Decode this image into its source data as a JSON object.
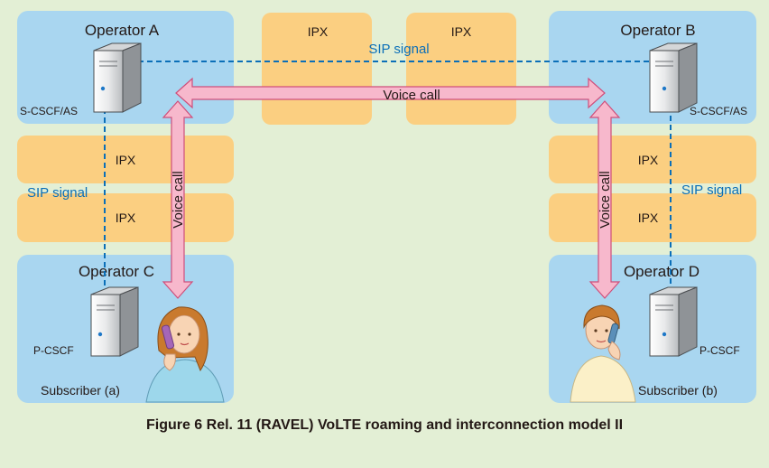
{
  "diagram": {
    "operators": {
      "a": {
        "name": "Operator A",
        "server_label": "S-CSCF/AS"
      },
      "b": {
        "name": "Operator B",
        "server_label": "S-CSCF/AS"
      },
      "c": {
        "name": "Operator C",
        "server_label": "P-CSCF",
        "subscriber": "Subscriber (a)"
      },
      "d": {
        "name": "Operator D",
        "server_label": "P-CSCF",
        "subscriber": "Subscriber (b)"
      }
    },
    "ipx_label": "IPX",
    "sip_signal_label": "SIP signal",
    "voice_call_label": "Voice call",
    "caption": "Figure 6  Rel. 11 (RAVEL) VoLTE roaming and interconnection model II",
    "colors": {
      "background": "#e3efd5",
      "operator_box": "#a9d6f0",
      "ipx_box": "#fbcf81",
      "voice_arrow": "#f7b8cc",
      "sip_line": "#0b6fb8"
    }
  }
}
